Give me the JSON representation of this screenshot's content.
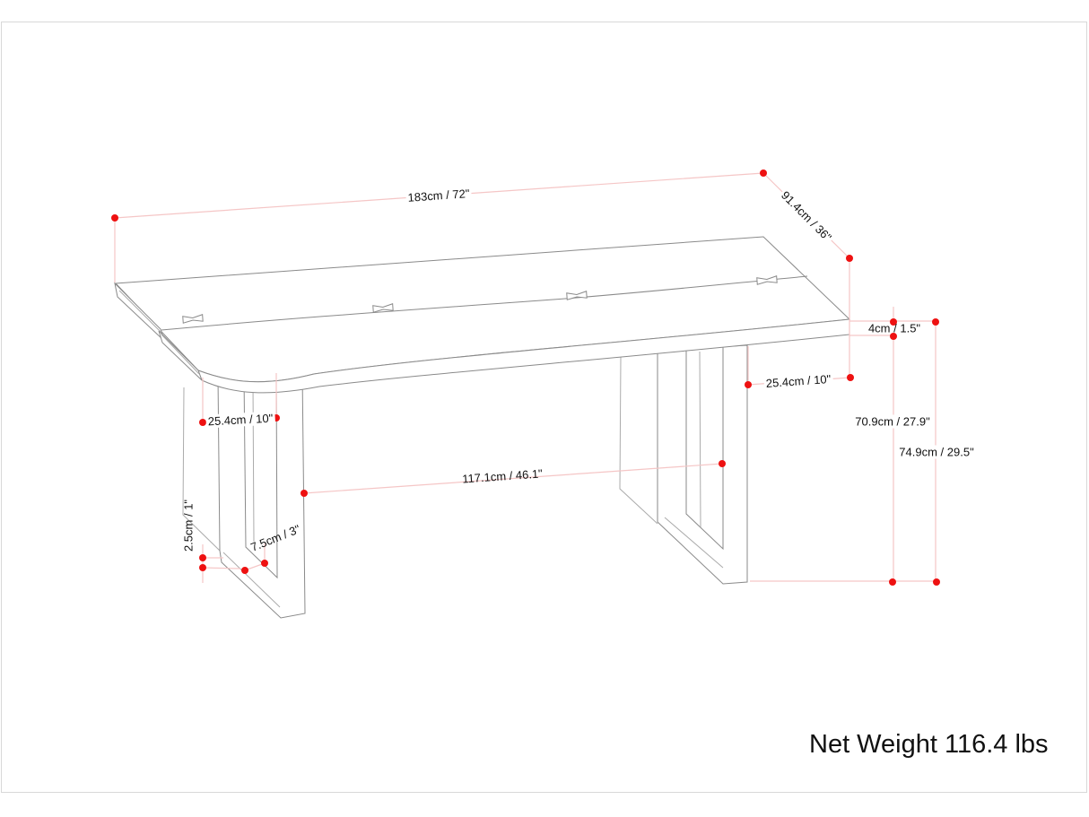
{
  "page": {
    "background": "#ffffff"
  },
  "diagram": {
    "type": "product-dimension-drawing",
    "subject": "live-edge dining table with U-shaped legs",
    "net_weight_label": "Net Weight 116.4 lbs",
    "dimensions": {
      "length": "183cm / 72\"",
      "depth": "91.4cm / 36\"",
      "top_thickness": "4cm / 1.5\"",
      "leg_depth_left": "25.4cm / 10\"",
      "leg_depth_right": "25.4cm / 10\"",
      "leg_height": "70.9cm / 27.9\"",
      "overall_height": "74.9cm / 29.5\"",
      "leg_spacing": "117.1cm / 46.1\"",
      "foot_thickness": "2.5cm / 1\"",
      "foot_width": "7.5cm / 3\""
    },
    "colors": {
      "dot": "#ee1111",
      "dimension_line": "#f5c6c6",
      "drawing_line": "#8a8a8a",
      "drawing_line_light": "#ababab",
      "frame_border": "#d8d8d8",
      "label_text": "#111111"
    }
  }
}
